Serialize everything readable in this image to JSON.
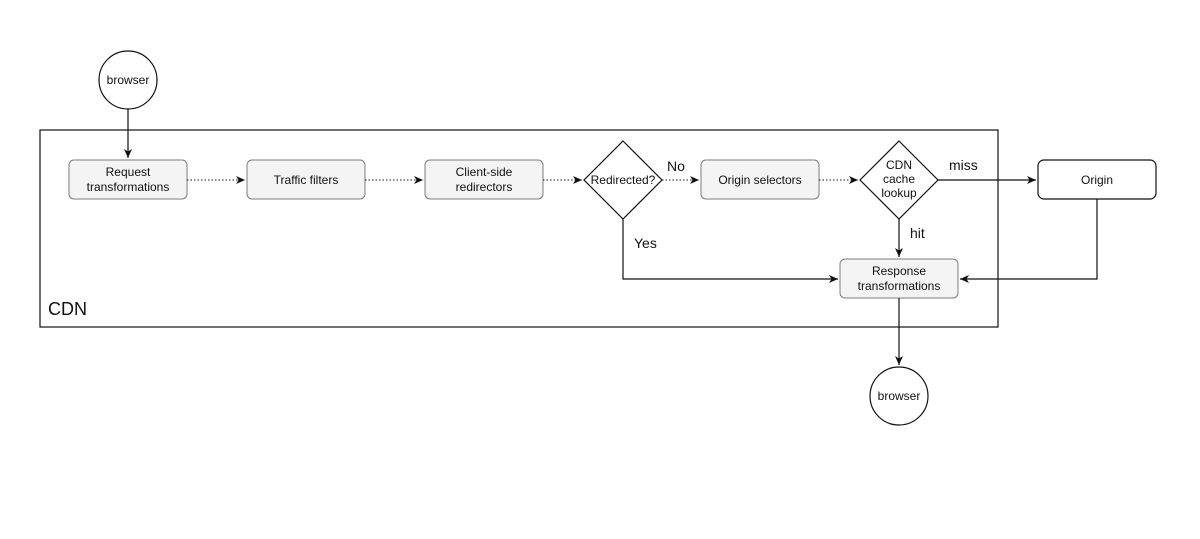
{
  "nodes": {
    "browser_top": "browser",
    "request_transformations": [
      "Request",
      "transformations"
    ],
    "traffic_filters": "Traffic filters",
    "client_side_redirectors": [
      "Client-side",
      "redirectors"
    ],
    "redirected": "Redirected?",
    "origin_selectors": "Origin selectors",
    "cdn_cache_lookup": [
      "CDN",
      "cache",
      "lookup"
    ],
    "origin": "Origin",
    "response_transformations": [
      "Response",
      "transformations"
    ],
    "browser_bottom": "browser"
  },
  "group_label": "CDN",
  "edge_labels": {
    "no": "No",
    "yes": "Yes",
    "miss": "miss",
    "hit": "hit"
  }
}
